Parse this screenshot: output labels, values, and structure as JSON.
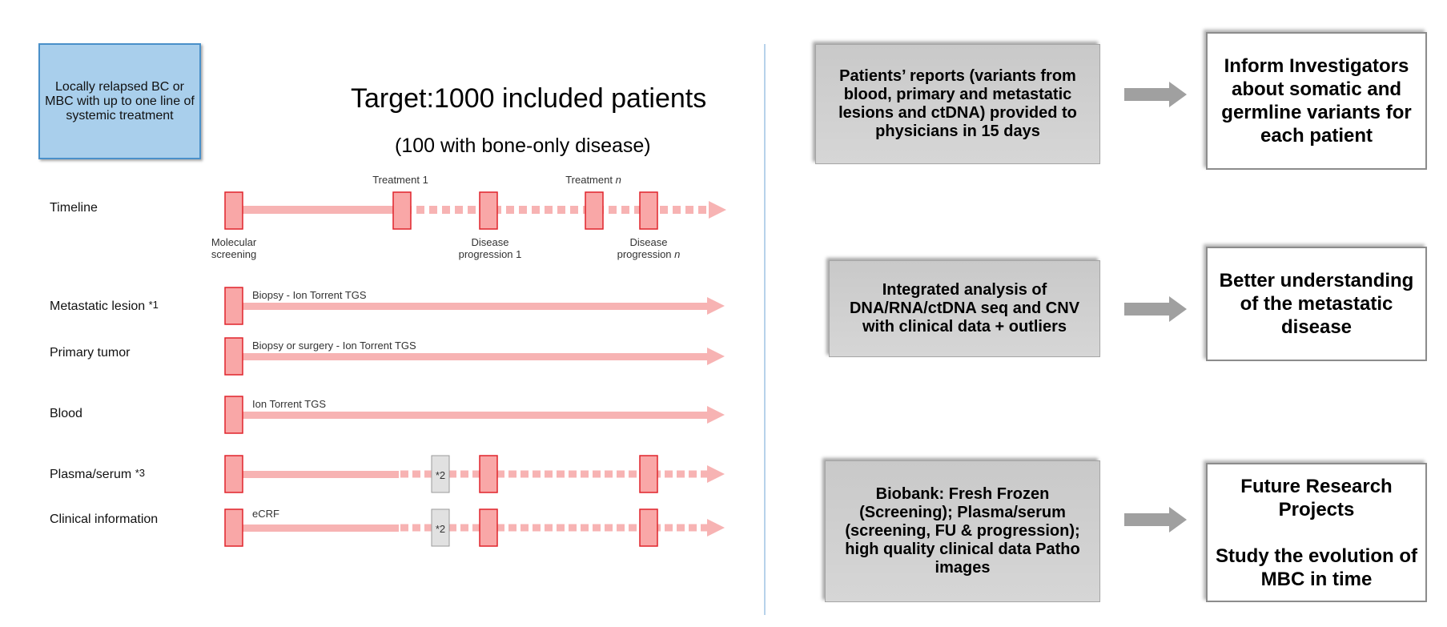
{
  "left": {
    "criteria_box": "Locally relapsed BC or MBC with up to one line of systemic treatment",
    "target_title": "Target:1000 included patients",
    "target_subtitle": "(100 with bone-only disease)",
    "treatments": {
      "t1": "Treatment 1",
      "tn": "Treatment n"
    },
    "timeline_labels": {
      "molecular_screening": [
        "Molecular",
        "screening"
      ],
      "progression_1": [
        "Disease",
        "progression 1"
      ],
      "progression_n": [
        "Disease",
        "progression n"
      ]
    },
    "rows": [
      {
        "label": "Timeline"
      },
      {
        "label": "Metastatic lesion *1",
        "note": "Biopsy - Ion Torrent TGS"
      },
      {
        "label": "Primary tumor",
        "note": "Biopsy or surgery - Ion Torrent TGS"
      },
      {
        "label": "Blood",
        "note": "Ion Torrent TGS"
      },
      {
        "label": "Plasma/serum *3",
        "marker": "*2"
      },
      {
        "label": "Clinical information",
        "note": "eCRF",
        "marker": "*2"
      }
    ]
  },
  "right": {
    "rows": [
      {
        "source": "Patients’ reports  (variants from blood, primary and metastatic lesions and ctDNA) provided to physicians in 15 days",
        "outcome": "Inform Investigators about somatic and germline variants for each patient"
      },
      {
        "source": "Integrated analysis of DNA/RNA/ctDNA seq and CNV with clinical data + outliers",
        "outcome": "Better understanding of the metastatic disease"
      },
      {
        "source": "Biobank: Fresh Frozen (Screening); Plasma/serum (screening, FU & progression); high quality clinical data Patho images",
        "outcome_lines": [
          "Future Research Projects",
          "",
          "Study the evolution of MBC in time"
        ]
      }
    ]
  },
  "colors": {
    "bar": "#f7b3b3",
    "marker_fill": "#f9a7a7",
    "marker_stroke": "#e0242b",
    "grey_marker": "#e1e1e1",
    "arrow_grey": "#a0a0a0",
    "divider": "#9fc3e3"
  }
}
